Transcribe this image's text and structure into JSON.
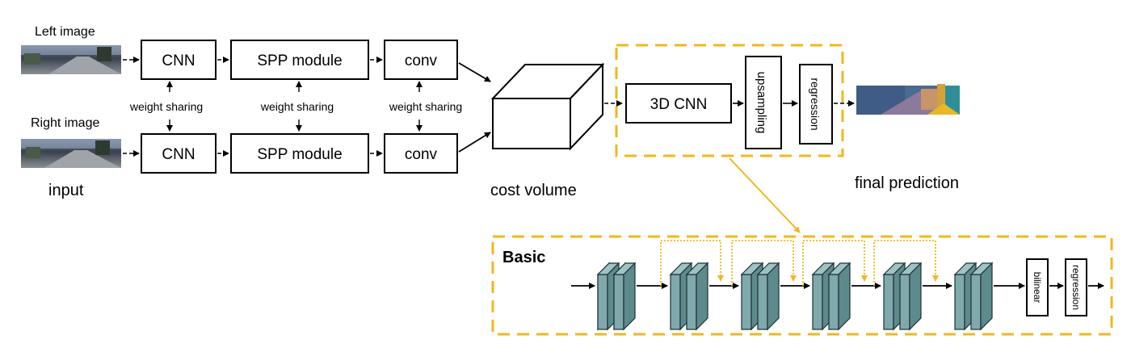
{
  "labels": {
    "left_image": "Left image",
    "right_image": "Right image",
    "input": "input",
    "cnn": "CNN",
    "spp": "SPP module",
    "conv": "conv",
    "weight_sharing": "weight sharing",
    "cost_volume": "cost volume",
    "cnn3d": "3D CNN",
    "upsampling": "upsampling",
    "regression": "regression",
    "final_prediction": "final prediction",
    "basic": "Basic",
    "bilinear": "bilinear"
  },
  "colors": {
    "highlight": "#F2B71E",
    "layer_fill": "#7FA9AC",
    "line": "#000000"
  }
}
